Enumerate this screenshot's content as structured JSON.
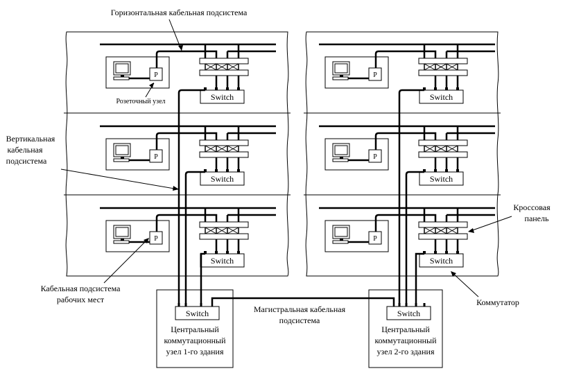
{
  "labels": {
    "horizontal_subsystem": "Горизонтальная кабельная подсистема",
    "outlet_node": "Розеточный узел",
    "vertical_subsystem": [
      "Вертикальная",
      "кабельная",
      "подсистема"
    ],
    "workplace_subsystem": [
      "Кабельная подсистема",
      "рабочих мест"
    ],
    "backbone_subsystem": [
      "Магистральная кабельная",
      "подсистема"
    ],
    "cross_panel": [
      "Кроссовая",
      "панель"
    ],
    "commutator": "Коммутатор"
  },
  "switch_label": "Switch",
  "outlet_label": "P",
  "central_nodes": [
    {
      "lines": [
        "Центральный",
        "коммутационный",
        "узел 1-го здания"
      ]
    },
    {
      "lines": [
        "Центральный",
        "коммутационный",
        "узел 2-го здания"
      ]
    }
  ],
  "buildings": [
    {
      "floors": 3
    },
    {
      "floors": 3
    }
  ]
}
